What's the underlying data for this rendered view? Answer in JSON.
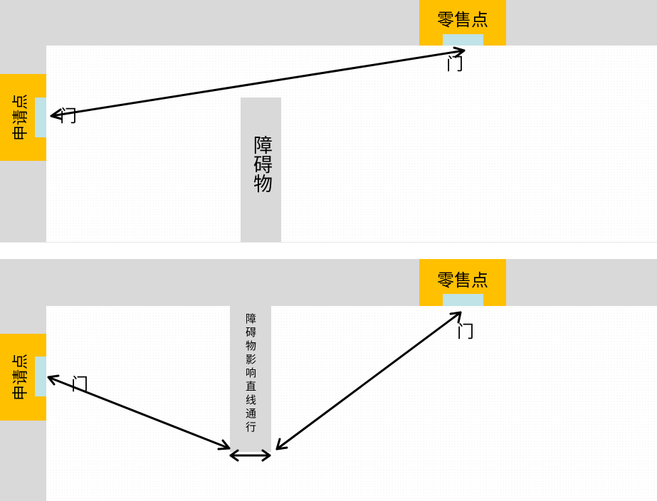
{
  "colors": {
    "wall": "#d9d9d9",
    "shop": "#ffc000",
    "door": "#bfe3e6",
    "arrow": "#000000"
  },
  "top_panel": {
    "retail_label": "零售点",
    "applicant_label": "申请点",
    "door_left_label": "门",
    "door_right_label": "门",
    "obstacle_label": "障碍物"
  },
  "bottom_panel": {
    "retail_label": "零售点",
    "applicant_label": "申请点",
    "door_left_label": "门",
    "door_right_label": "门",
    "obstacle_label": "障碍物影响直线通行"
  },
  "arrows": [
    {
      "name": "straight-line-distance-arrow",
      "panel": "top",
      "style": "double-headed"
    },
    {
      "name": "applicant-to-obstacle-arrow",
      "panel": "bottom",
      "style": "double-headed"
    },
    {
      "name": "obstacle-width-arrow",
      "panel": "bottom",
      "style": "double-headed"
    },
    {
      "name": "obstacle-to-retail-arrow",
      "panel": "bottom",
      "style": "double-headed"
    }
  ]
}
